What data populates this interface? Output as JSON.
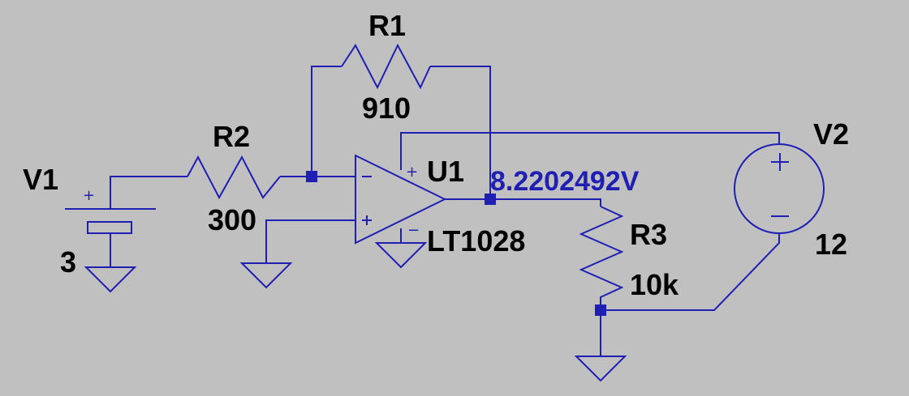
{
  "schematic": {
    "components": {
      "v1": {
        "name": "V1",
        "value": "3"
      },
      "v2": {
        "name": "V2",
        "value": "12"
      },
      "r1": {
        "name": "R1",
        "value": "910"
      },
      "r2": {
        "name": "R2",
        "value": "300"
      },
      "r3": {
        "name": "R3",
        "value": "10k"
      },
      "u1": {
        "name": "U1",
        "model": "LT1028"
      }
    },
    "polarity": {
      "plus": "+",
      "minus": "−"
    },
    "probe": {
      "voltage": "8.2202492V"
    }
  },
  "colors": {
    "background": "#c0c0c0",
    "wire": "#1f1fb4",
    "text": "#000000",
    "probe_text": "#1f1fb4",
    "junction": "#1f1fb4"
  }
}
